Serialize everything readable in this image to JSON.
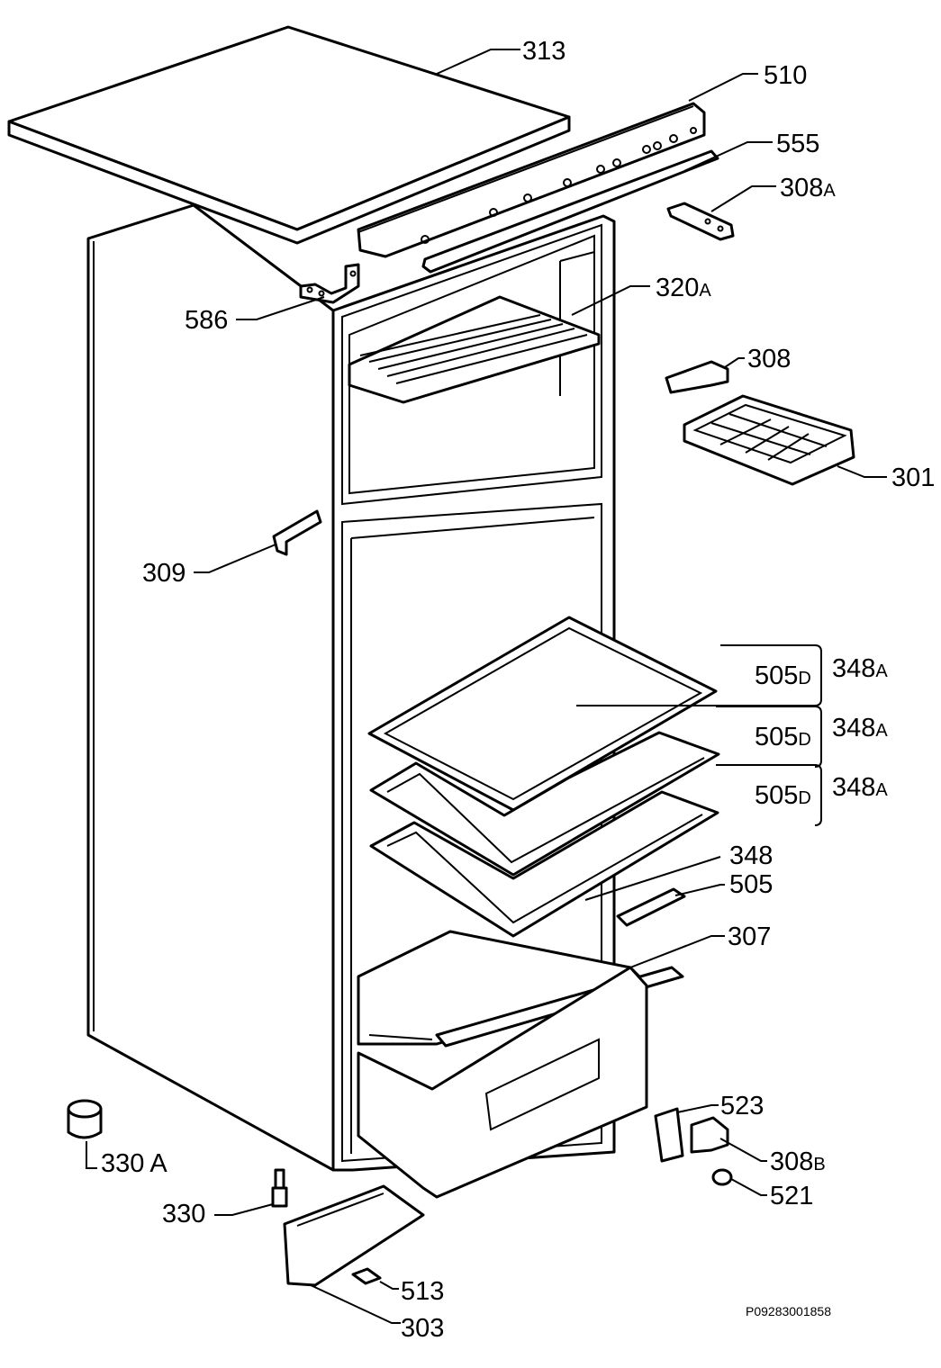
{
  "labels": {
    "l313": "313",
    "l510": "510",
    "l555": "555",
    "l308A": "308",
    "l308A_s": "A",
    "l586": "586",
    "l320A": "320",
    "l320A_s": "A",
    "l308": "308",
    "l301": "301",
    "l309": "309",
    "l348A_1": "348",
    "l348A_1s": "A",
    "l505D_1": "505",
    "l505D_1s": "D",
    "l348A_2": "348",
    "l348A_2s": "A",
    "l505D_2": "505",
    "l505D_2s": "D",
    "l348A_3": "348",
    "l348A_3s": "A",
    "l505D_3": "505",
    "l505D_3s": "D",
    "l348": "348",
    "l505": "505",
    "l307": "307",
    "l523": "523",
    "l308B": "308",
    "l308B_s": "B",
    "l521": "521",
    "l330A": "330",
    "l330A_s": "A",
    "l330": "330",
    "l513": "513",
    "l303": "303"
  },
  "drawing_code": "P09283001858"
}
